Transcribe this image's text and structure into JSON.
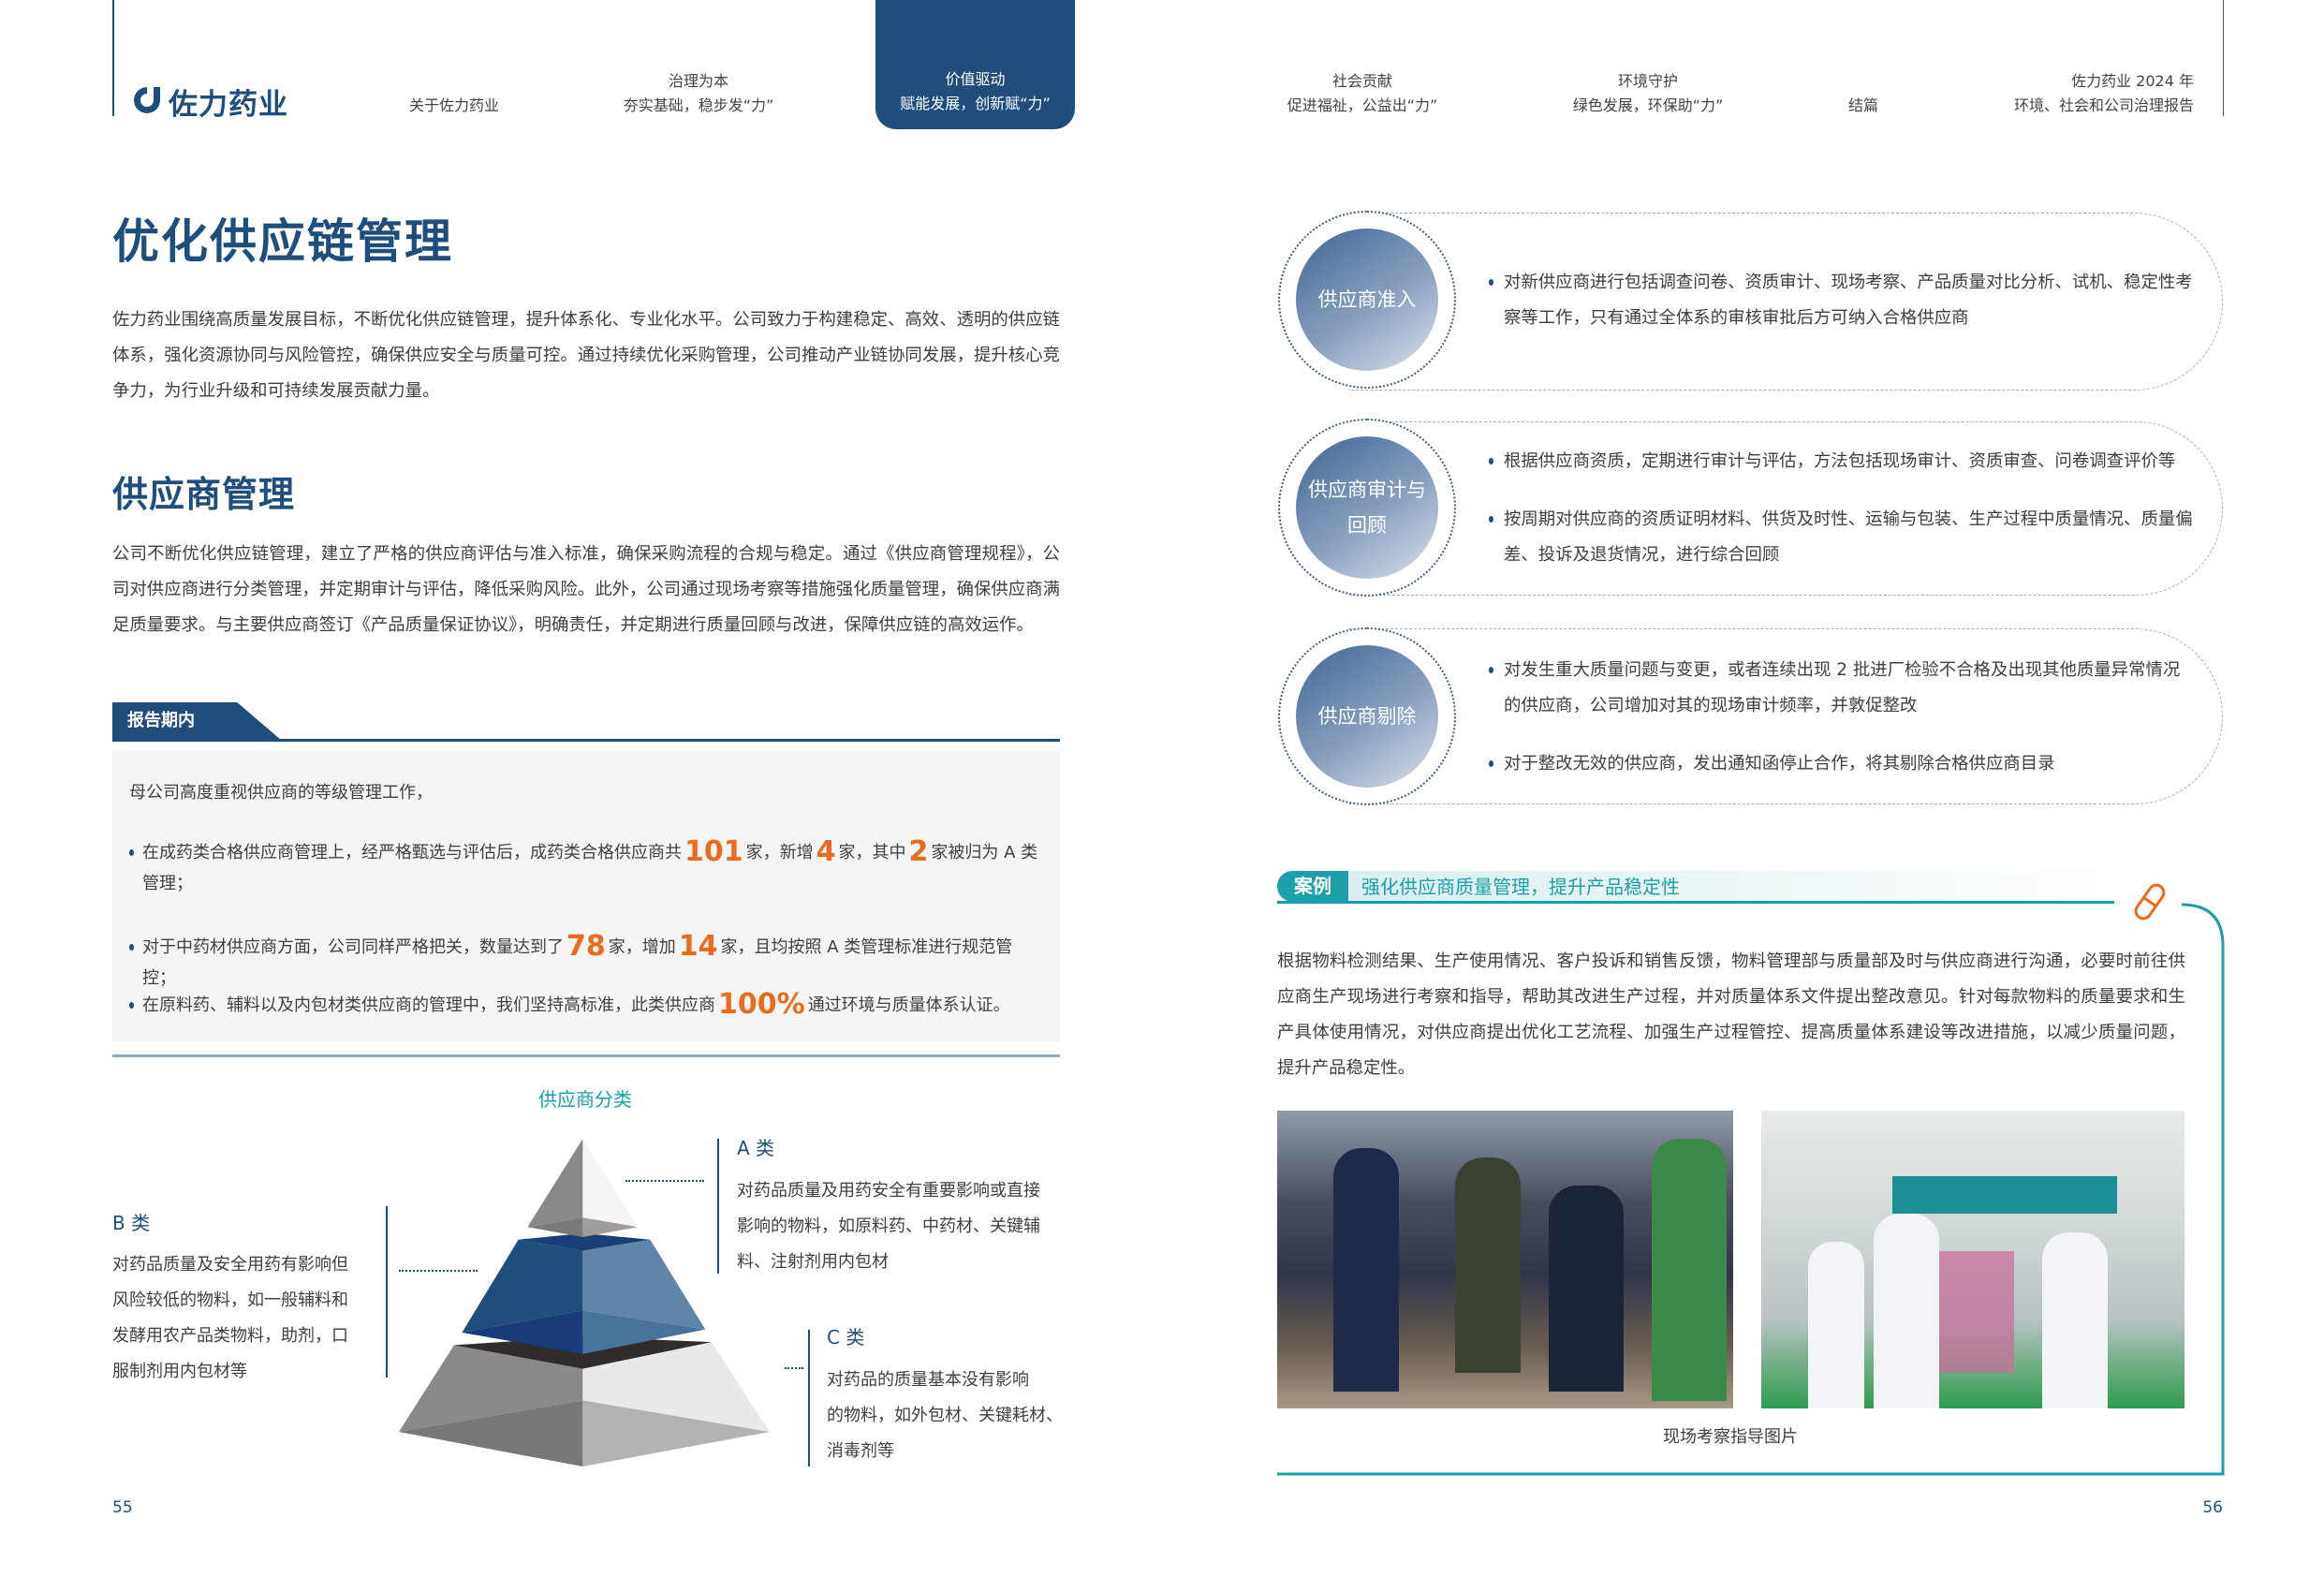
{
  "header": {
    "logo_text": "佐力药业",
    "nav": [
      {
        "line1": "",
        "line2": "关于佐力药业"
      },
      {
        "line1": "治理为本",
        "line2": "夯实基础，稳步发“力”"
      },
      {
        "line1": "价值驱动",
        "line2": "赋能发展，创新赋“力”"
      },
      {
        "line1": "社会贡献",
        "line2": "促进福祉，公益出“力”"
      },
      {
        "line1": "环境守护",
        "line2": "绿色发展，环保助“力”"
      },
      {
        "line1": "",
        "line2": "结篇"
      }
    ],
    "report_line1": "佐力药业 2024 年",
    "report_line2": "环境、社会和公司治理报告"
  },
  "left": {
    "title": "优化供应链管理",
    "intro": "佐力药业围绕高质量发展目标，不断优化供应链管理，提升体系化、专业化水平。公司致力于构建稳定、高效、透明的供应链体系，强化资源协同与风险管控，确保供应安全与质量可控。通过持续优化采购管理，公司推动产业链协同发展，提升核心竞争力，为行业升级和可持续发展贡献力量。",
    "subtitle": "供应商管理",
    "subpara": "公司不断优化供应链管理，建立了严格的供应商评估与准入标准，确保采购流程的合规与稳定。通过《供应商管理规程》，公司对供应商进行分类管理，并定期审计与评估，降低采购风险。此外，公司通过现场考察等措施强化质量管理，确保供应商满足质量要求。与主要供应商签订《产品质量保证协议》，明确责任，并定期进行质量回顾与改进，保障供应链的高效运作。",
    "banner": "报告期内",
    "box_intro": "母公司高度重视供应商的等级管理工作，",
    "bullets": [
      [
        {
          "t": "在成药类合格供应商管理上，经严格甄选与评估后，成药类合格供应商共"
        },
        {
          "t": "101",
          "hl": true
        },
        {
          "t": "家，新增"
        },
        {
          "t": "4",
          "hl": true
        },
        {
          "t": "家，其中"
        },
        {
          "t": "2",
          "hl": true
        },
        {
          "t": "家被归为 A 类管理；"
        }
      ],
      [
        {
          "t": "对于中药材供应商方面，公司同样严格把关，数量达到了"
        },
        {
          "t": "78",
          "hl": true
        },
        {
          "t": "家，增加"
        },
        {
          "t": "14",
          "hl": true
        },
        {
          "t": "家，且均按照 A 类管理标准进行规范管控；"
        }
      ],
      [
        {
          "t": "在原料药、辅料以及内包材类供应商的管理中，我们坚持高标准，此类供应商"
        },
        {
          "t": "100%",
          "hl": true
        },
        {
          "t": "通过环境与质量体系认证。"
        }
      ]
    ],
    "classification": {
      "title": "供应商分类",
      "a": {
        "label": "A 类",
        "lines": [
          "对药品质量及用药安全有重要影响或直接",
          "影响的物料，如原料药、中药材、关键辅",
          "料、注射剂用内包材"
        ]
      },
      "b": {
        "label": "B 类",
        "lines": [
          "对药品质量及安全用药有影响但",
          "风险较低的物料，如一般辅料和",
          "发酵用农产品类物料，助剂，口",
          "服制剂用内包材等"
        ]
      },
      "c": {
        "label": "C 类",
        "lines": [
          "对药品的质量基本没有影响",
          "的物料，如外包材、关键耗材、",
          "消毒剂等"
        ]
      }
    },
    "page_number": "55"
  },
  "right": {
    "cards": [
      {
        "label": "供应商准入",
        "bullets": [
          "对新供应商进行包括调查问卷、资质审计、现场考察、产品质量对比分析、试机、稳定性考察等工作，只有通过全体系的审核审批后方可纳入合格供应商"
        ]
      },
      {
        "label": "供应商审计与回顾",
        "bullets": [
          "根据供应商资质，定期进行审计与评估，方法包括现场审计、资质审查、问卷调查评价等",
          "按周期对供应商的资质证明材料、供货及时性、运输与包装、生产过程中质量情况、质量偏差、投诉及退货情况，进行综合回顾"
        ]
      },
      {
        "label": "供应商剔除",
        "bullets": [
          "对发生重大质量问题与变更，或者连续出现 2 批进厂检验不合格及出现其他质量异常情况的供应商，公司增加对其的现场审计频率，并敦促整改",
          "对于整改无效的供应商，发出通知函停止合作，将其剔除合格供应商目录"
        ]
      }
    ],
    "case": {
      "tag": "案例",
      "title": "强化供应商质量管理，提升产品稳定性",
      "body": "根据物料检测结果、生产使用情况、客户投诉和销售反馈，物料管理部与质量部及时与供应商进行沟通，必要时前往供应商生产现场进行考察和指导，帮助其改进生产过程，并对质量体系文件提出整改意见。针对每款物料的质量要求和生产具体使用情况，对供应商提出优化工艺流程、加强生产过程管控、提高质量体系建设等改进措施，以减少质量问题，提升产品稳定性。",
      "caption": "现场考察指导图片"
    },
    "page_number": "56"
  },
  "colors": {
    "brand": "#1f4e7c",
    "accent": "#ec6a1e",
    "teal": "#1aa0a8"
  }
}
